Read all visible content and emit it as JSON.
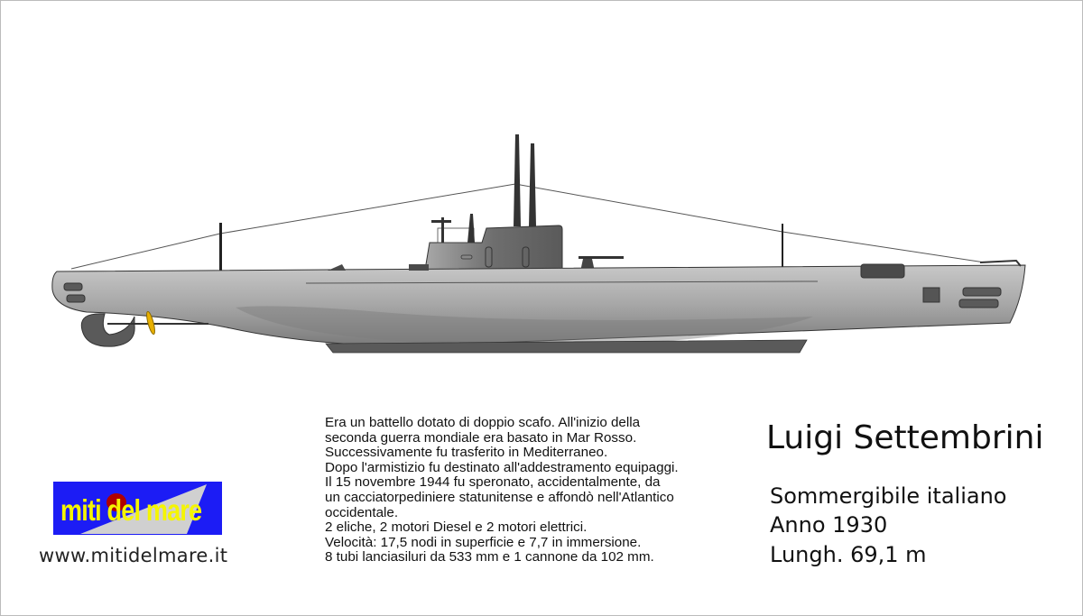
{
  "title": "Luigi Settembrini",
  "subtitle_lines": [
    "Sommergibile italiano",
    "Anno 1930",
    "Lungh. 69,1 m"
  ],
  "description_lines": [
    "Era un battello dotato di doppio scafo. All'inizio della",
    "seconda guerra mondiale era basato in Mar Rosso.",
    "Successivamente fu trasferito in Mediterraneo.",
    "Dopo l'armistizio fu destinato all'addestramento equipaggi.",
    "Il 15 novembre 1944 fu speronato, accidentalmente, da",
    "un cacciatorpediniere statunitense e affondò nell'Atlantico",
    "occidentale.",
    "2 eliche, 2 motori Diesel e 2 motori elettrici.",
    "Velocità: 17,5 nodi in superficie e 7,7 in immersione.",
    "8 tubi lanciasiluri da 533 mm e 1 cannone da 102 mm."
  ],
  "logo": {
    "text": "miti del mare",
    "bg_color": "#1c1cf5",
    "text_color": "#f5f500"
  },
  "url": "www.mitidelmare.it",
  "colors": {
    "hull": "#b5b5b5",
    "hull_dark": "#6a6a6a",
    "fittings": "#4a4a4a",
    "propeller": "#e8b000"
  }
}
